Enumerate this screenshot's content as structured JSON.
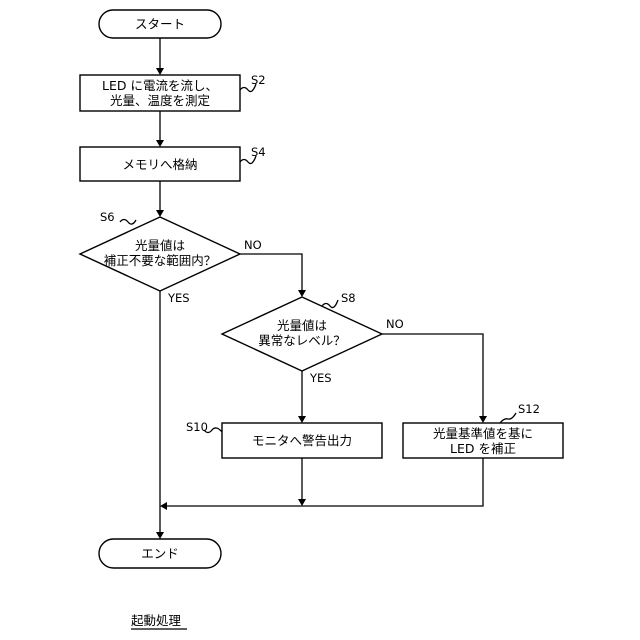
{
  "flowchart": {
    "start": "スタート",
    "step_s2": {
      "line1": "LED に電流を流し、",
      "line2": "光量、温度を測定",
      "ref": "S2"
    },
    "step_s4": {
      "label": "メモリへ格納",
      "ref": "S4"
    },
    "decision_s6": {
      "line1": "光量値は",
      "line2": "補正不要な範囲内？",
      "ref": "S6"
    },
    "decision_s8": {
      "line1": "光量値は",
      "line2": "異常なレベル？",
      "ref": "S8"
    },
    "step_s10": {
      "label": "モニタへ警告出力",
      "ref": "S10"
    },
    "step_s12": {
      "line1": "光量基準値を基に",
      "line2": "LED を補正",
      "ref": "S12"
    },
    "end": "エンド",
    "yes": "YES",
    "no": "NO"
  },
  "caption": "起動処理"
}
